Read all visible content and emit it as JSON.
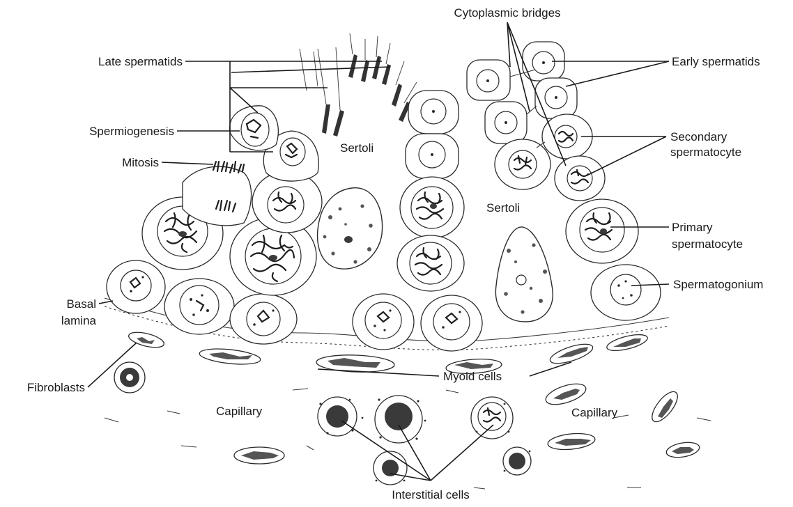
{
  "labels": {
    "cytoplasmic_bridges": "Cytoplasmic bridges",
    "late_spermatids": "Late spermatids",
    "early_spermatids": "Early spermatids",
    "spermiogenesis": "Spermiogenesis",
    "mitosis": "Mitosis",
    "sertoli_left": "Sertoli",
    "sertoli_right": "Sertoli",
    "secondary_spermatocyte_line1": "Secondary",
    "secondary_spermatocyte_line2": "spermatocyte",
    "primary_spermatocyte_line1": "Primary",
    "primary_spermatocyte_line2": "spermatocyte",
    "spermatogonium": "Spermatogonium",
    "basal_lamina_line1": "Basal",
    "basal_lamina_line2": "lamina",
    "fibroblasts": "Fibroblasts",
    "myoid_cells": "Myoid cells",
    "capillary_left": "Capillary",
    "capillary_right": "Capillary",
    "interstitial_cells": "Interstitial cells"
  },
  "colors": {
    "line": "#1a1a1a",
    "background": "#ffffff",
    "stain": "#333333"
  }
}
